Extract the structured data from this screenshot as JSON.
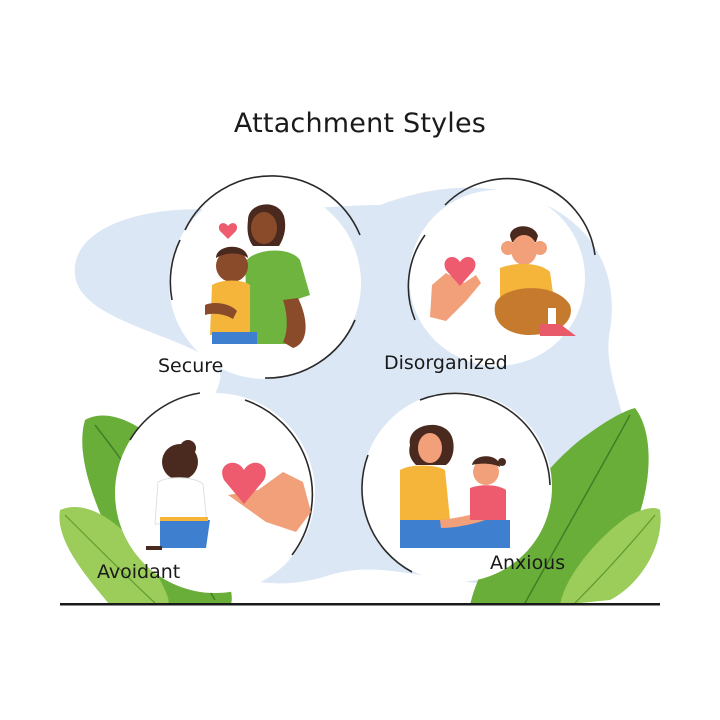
{
  "title": "Attachment Styles",
  "styles": [
    {
      "label": "Secure",
      "scene": "parent hugging smiling child with heart"
    },
    {
      "label": "Disorganized",
      "scene": "hand offering heart to child covering ears"
    },
    {
      "label": "Avoidant",
      "scene": "child turned away from hand offering heart"
    },
    {
      "label": "Anxious",
      "scene": "parent comforting crying child"
    }
  ],
  "colors": {
    "background": "#ffffff",
    "blob": "#dbe7f5",
    "leaf_dark": "#6aae3a",
    "leaf_light": "#9ccc5a",
    "circle_stroke": "#2a2a2a",
    "ground_line": "#1a1a1a",
    "heart": "#ee5a6e",
    "skin_dark": "#8a4b2a",
    "skin_light": "#f2a07a",
    "shirt_green": "#6fb43f",
    "shirt_yellow": "#f4b53a",
    "pants_blue": "#3f7fd0",
    "pants_brown": "#c57a2e",
    "hair_dark": "#4a2a1f"
  }
}
